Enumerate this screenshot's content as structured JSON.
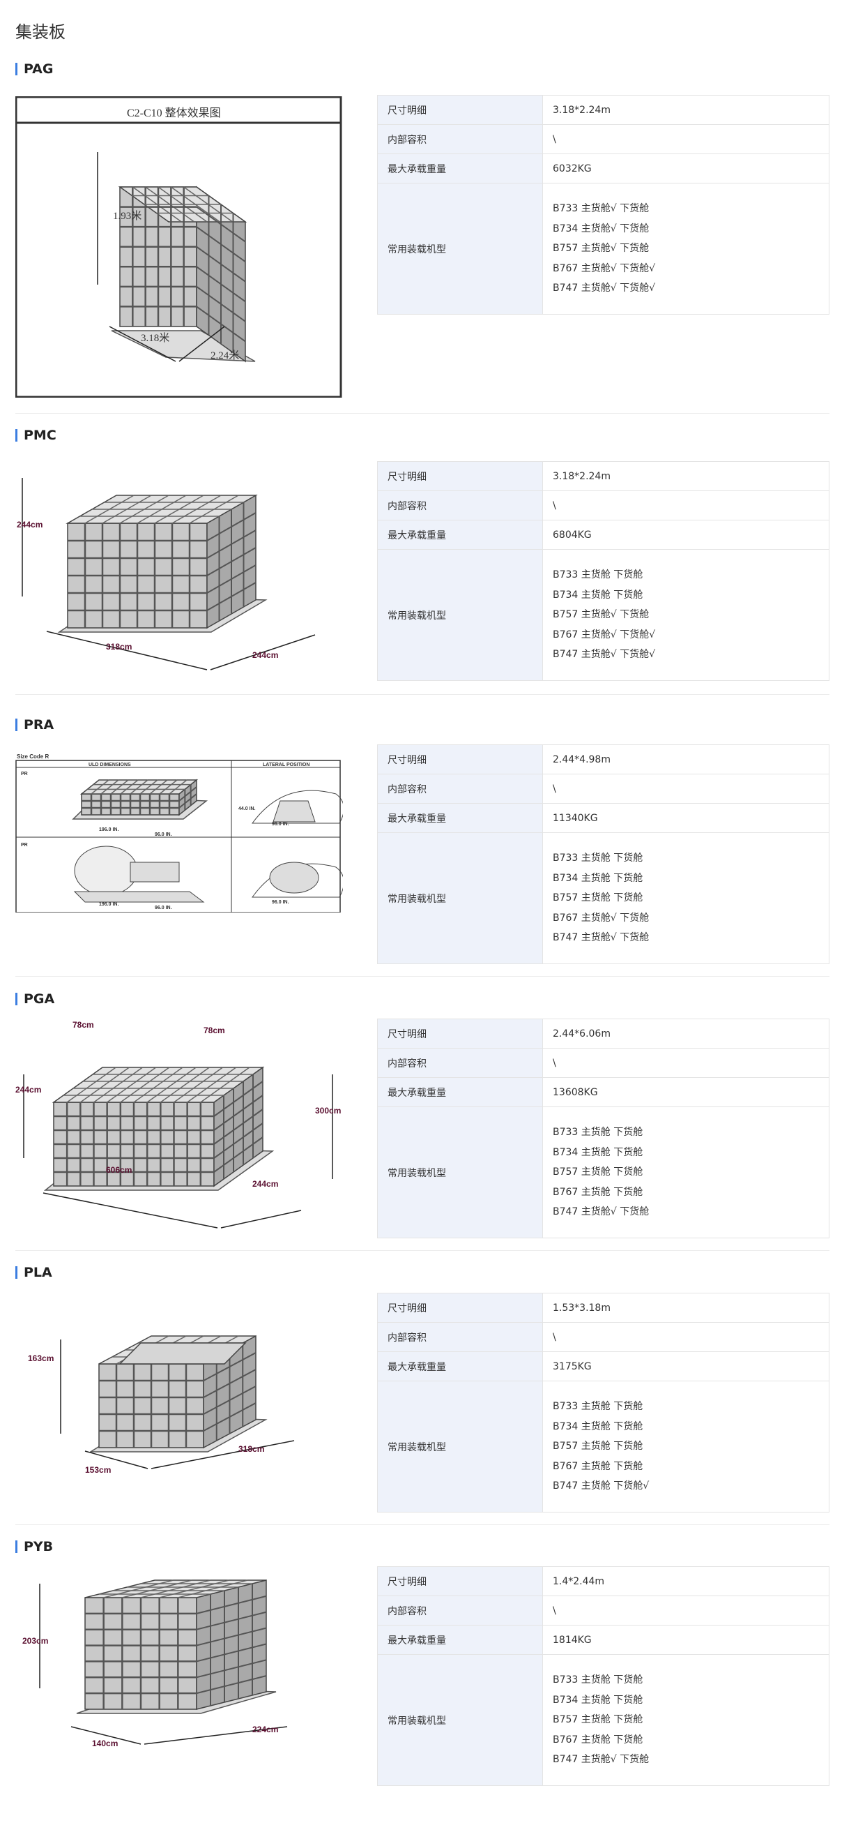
{
  "page_title": "集装板",
  "row_labels": {
    "size": "尺寸明细",
    "volume": "内部容积",
    "max_load": "最大承载重量",
    "aircraft": "常用装载机型"
  },
  "sections": [
    {
      "name": "PAG",
      "size": "3.18*2.24m",
      "volume": "\\",
      "max_load": "6032KG",
      "aircraft": [
        "B733 主货舱√ 下货舱",
        "B734 主货舱√ 下货舱",
        "B757 主货舱√ 下货舱",
        "B767 主货舱√ 下货舱√",
        "B747 主货舱√ 下货舱√"
      ],
      "figure": {
        "title": "C2-C10 整体效果图",
        "labels": [
          "1.93米",
          "3.18米",
          "2.24米"
        ]
      }
    },
    {
      "name": "PMC",
      "size": "3.18*2.24m",
      "volume": "\\",
      "max_load": "6804KG",
      "aircraft": [
        "B733 主货舱 下货舱",
        "B734 主货舱 下货舱",
        "B757 主货舱√ 下货舱",
        "B767 主货舱√ 下货舱√",
        "B747 主货舱√ 下货舱√"
      ],
      "figure": {
        "labels": [
          "244cm",
          "318cm",
          "244cm"
        ]
      }
    },
    {
      "name": "PRA",
      "size": "2.44*4.98m",
      "volume": "\\",
      "max_load": "11340KG",
      "aircraft": [
        "B733 主货舱 下货舱",
        "B734 主货舱 下货舱",
        "B757 主货舱 下货舱",
        "B767 主货舱√ 下货舱",
        "B747 主货舱√ 下货舱"
      ],
      "figure": {
        "caption": "Size Code R",
        "col1": "ULD DIMENSIONS",
        "col2": "LATERAL POSITION",
        "row_label": "PR",
        "labels": [
          "196.0 IN.",
          "96.0 IN.",
          "96.0 IN.",
          "44.0 IN.",
          "196.0 IN.",
          "96.0 IN.",
          "96.0 IN."
        ]
      }
    },
    {
      "name": "PGA",
      "size": "2.44*6.06m",
      "volume": "\\",
      "max_load": "13608KG",
      "aircraft": [
        "B733 主货舱 下货舱",
        "B734 主货舱 下货舱",
        "B757 主货舱 下货舱",
        "B767 主货舱 下货舱",
        "B747 主货舱√ 下货舱"
      ],
      "figure": {
        "labels": [
          "78cm",
          "78cm",
          "244cm",
          "300cm",
          "606cm",
          "244cm"
        ]
      }
    },
    {
      "name": "PLA",
      "size": "1.53*3.18m",
      "volume": "\\",
      "max_load": "3175KG",
      "aircraft": [
        "B733 主货舱 下货舱",
        "B734 主货舱 下货舱",
        "B757 主货舱 下货舱",
        "B767 主货舱 下货舱",
        "B747 主货舱 下货舱√"
      ],
      "figure": {
        "labels": [
          "163cm",
          "153cm",
          "318cm"
        ]
      }
    },
    {
      "name": "PYB",
      "size": "1.4*2.44m",
      "volume": "\\",
      "max_load": "1814KG",
      "aircraft": [
        "B733 主货舱 下货舱",
        "B734 主货舱 下货舱",
        "B757 主货舱 下货舱",
        "B767 主货舱 下货舱",
        "B747 主货舱√ 下货舱"
      ],
      "figure": {
        "labels": [
          "203cm",
          "140cm",
          "224cm"
        ]
      }
    }
  ]
}
